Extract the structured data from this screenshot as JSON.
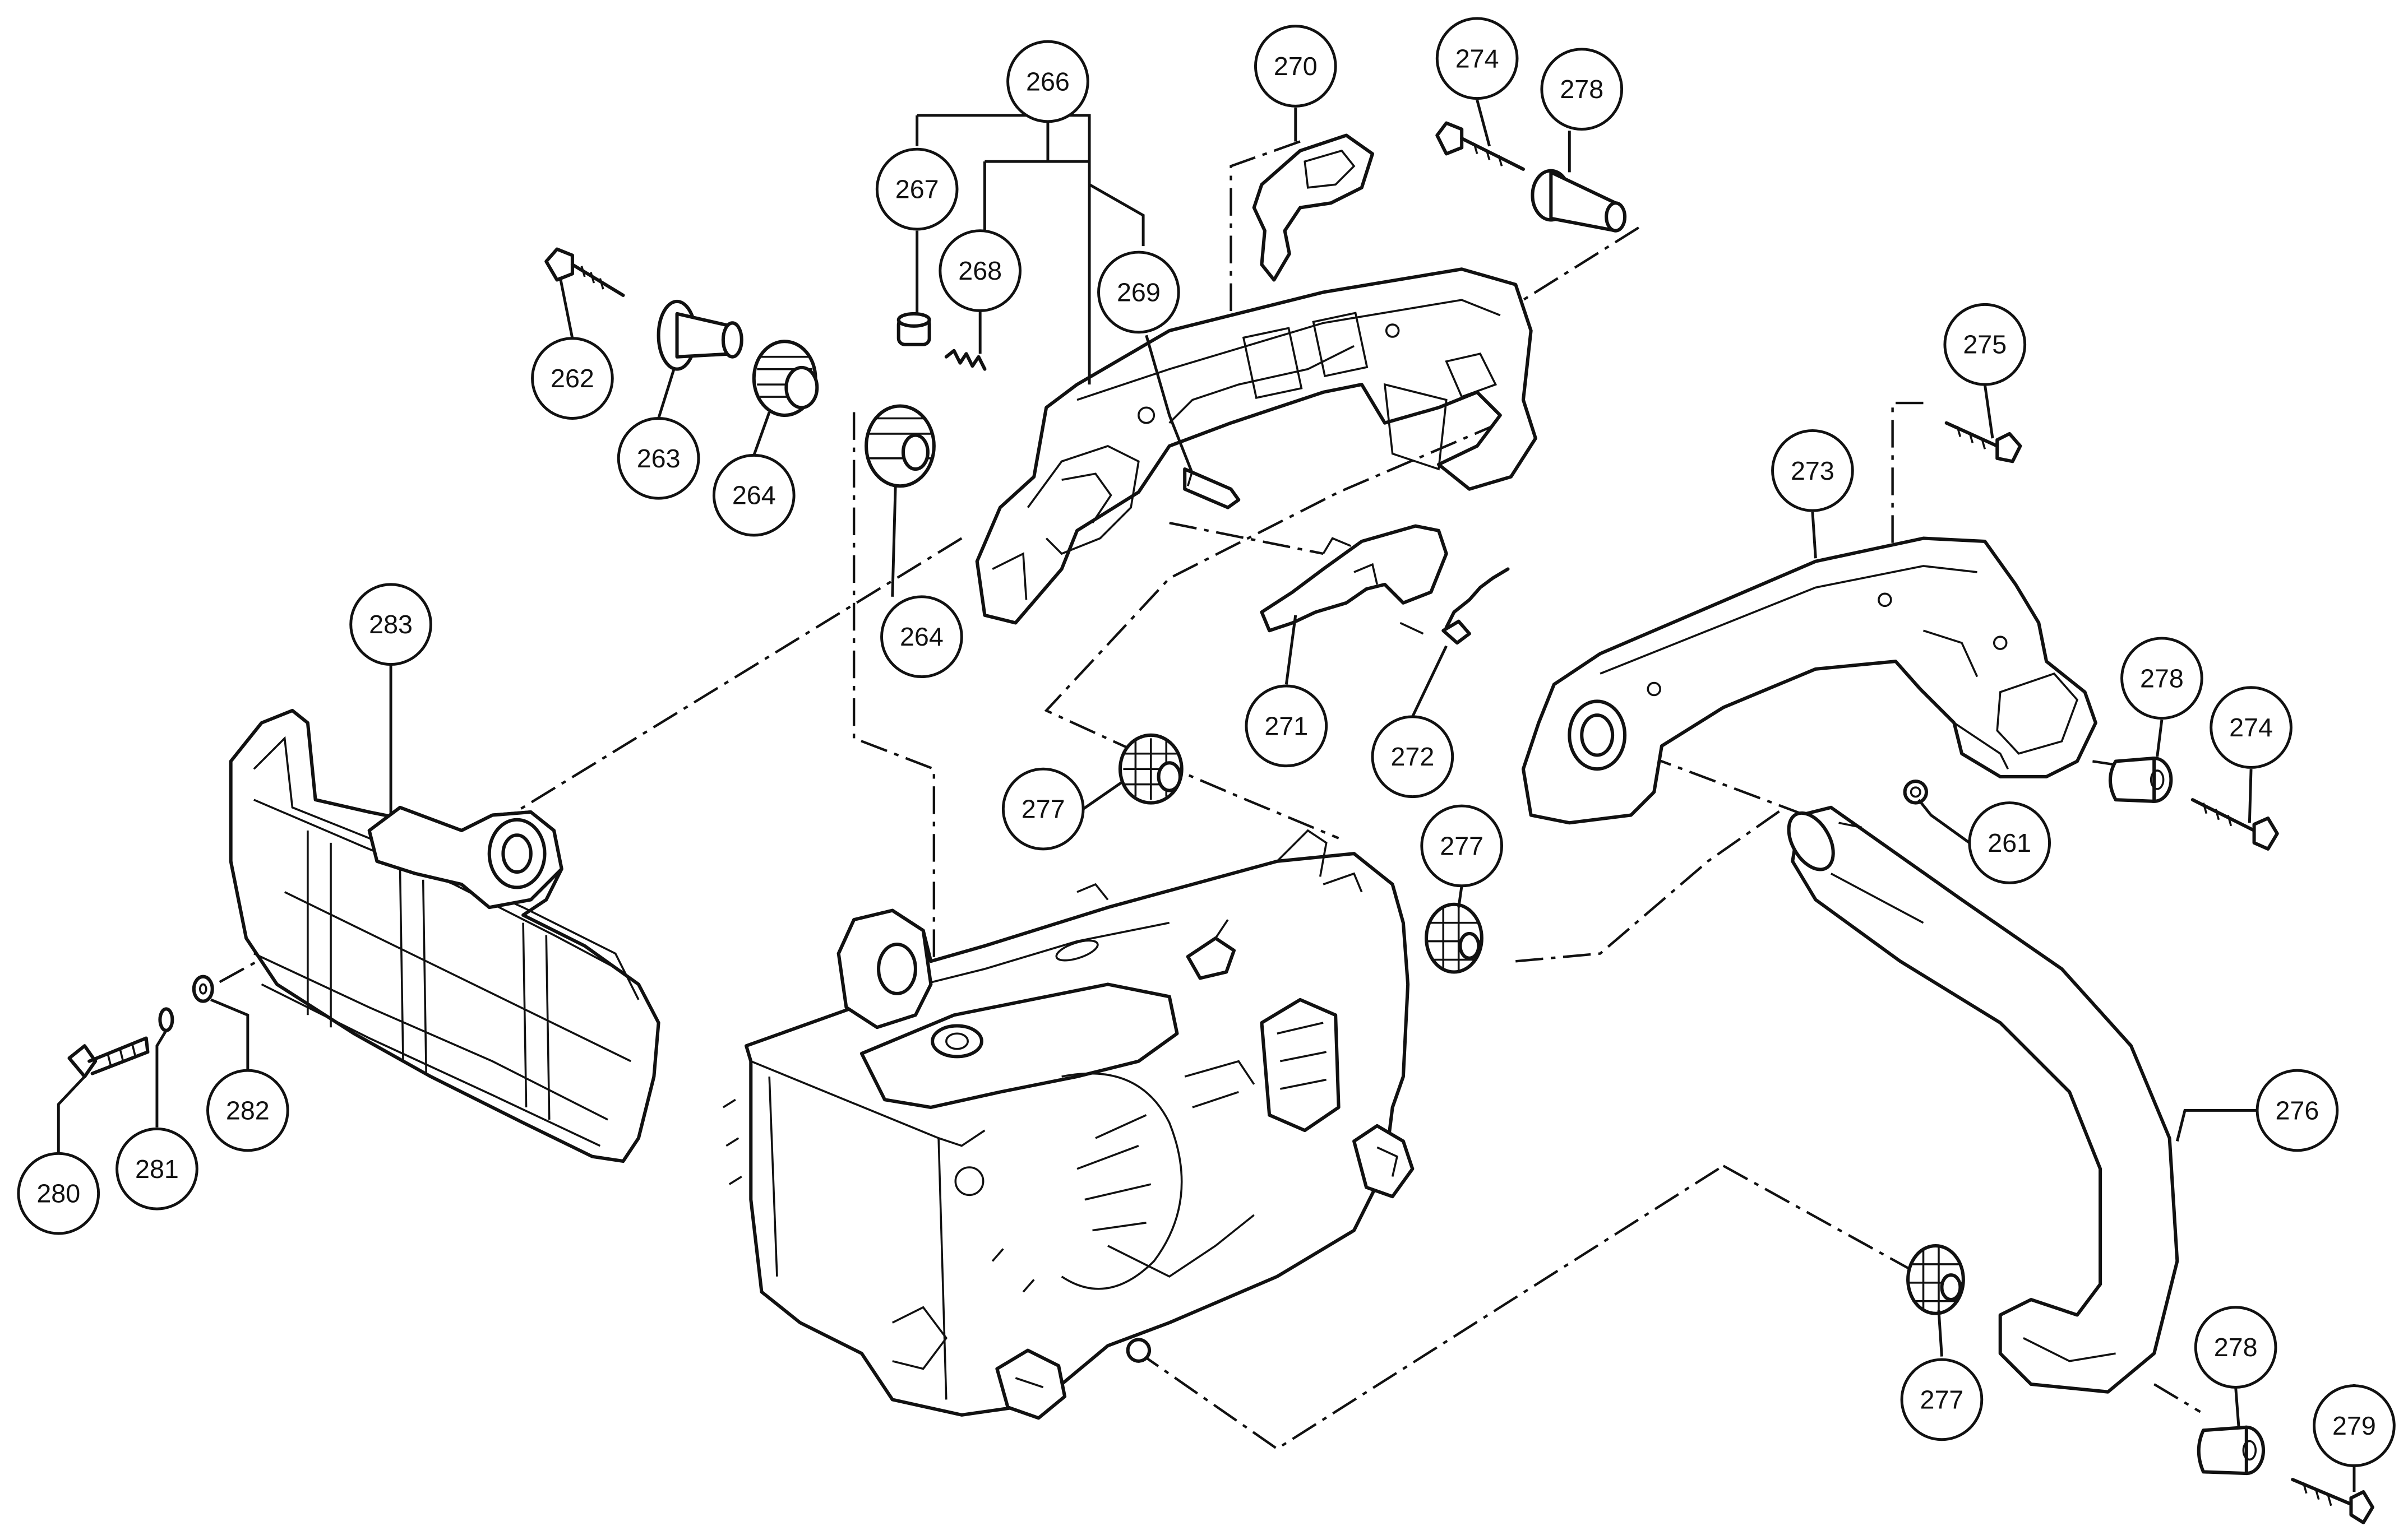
{
  "callouts": [
    {
      "id": "c262",
      "label": "262"
    },
    {
      "id": "c263",
      "label": "263"
    },
    {
      "id": "c264a",
      "label": "264"
    },
    {
      "id": "c264b",
      "label": "264"
    },
    {
      "id": "c266",
      "label": "266"
    },
    {
      "id": "c267",
      "label": "267"
    },
    {
      "id": "c268",
      "label": "268"
    },
    {
      "id": "c269",
      "label": "269"
    },
    {
      "id": "c270",
      "label": "270"
    },
    {
      "id": "c271",
      "label": "271"
    },
    {
      "id": "c272",
      "label": "272"
    },
    {
      "id": "c273",
      "label": "273"
    },
    {
      "id": "c274a",
      "label": "274"
    },
    {
      "id": "c274b",
      "label": "274"
    },
    {
      "id": "c275",
      "label": "275"
    },
    {
      "id": "c276",
      "label": "276"
    },
    {
      "id": "c277a",
      "label": "277"
    },
    {
      "id": "c277b",
      "label": "277"
    },
    {
      "id": "c277c",
      "label": "277"
    },
    {
      "id": "c278a",
      "label": "278"
    },
    {
      "id": "c278b",
      "label": "278"
    },
    {
      "id": "c278c",
      "label": "278"
    },
    {
      "id": "c279",
      "label": "279"
    },
    {
      "id": "c280",
      "label": "280"
    },
    {
      "id": "c281",
      "label": "281"
    },
    {
      "id": "c282",
      "label": "282"
    },
    {
      "id": "c283",
      "label": "283"
    },
    {
      "id": "c261",
      "label": "261"
    }
  ]
}
